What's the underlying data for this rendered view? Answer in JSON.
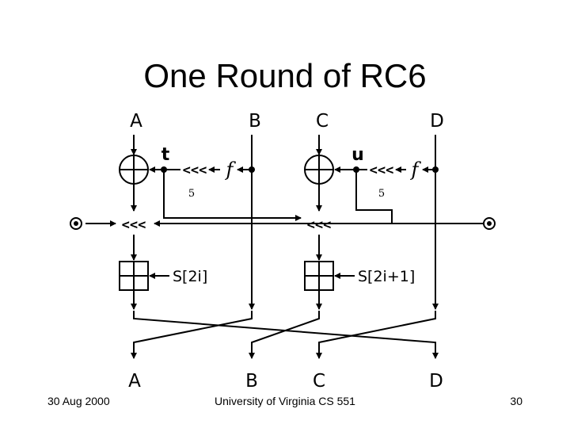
{
  "slide": {
    "title": "One Round of RC6",
    "inputs": {
      "a": "A",
      "b": "B",
      "c": "C",
      "d": "D"
    },
    "outputs": {
      "a": "A",
      "b": "B",
      "c": "C",
      "d": "D"
    },
    "intermediates": {
      "t": "t",
      "u": "u"
    },
    "rotate_symbol": "<<<",
    "function_label": "f",
    "rotate_amount": "5",
    "keys": {
      "left": "S[2i]",
      "right": "S[2i+1]"
    }
  },
  "footer": {
    "date": "30 Aug 2000",
    "source": "University of Virginia CS 551",
    "page": "30"
  }
}
